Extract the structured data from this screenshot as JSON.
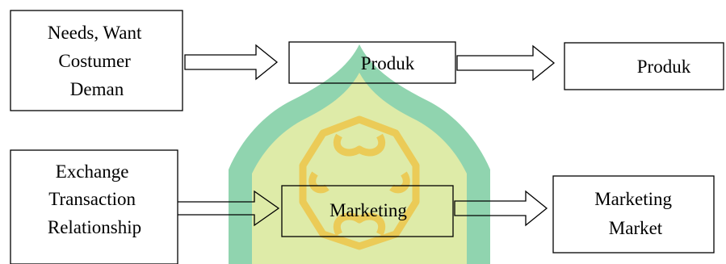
{
  "diagram": {
    "boxes": {
      "needs": {
        "lines": [
          "Needs, Want",
          "Costumer",
          "Deman"
        ]
      },
      "produk_mid": {
        "lines": [
          "Produk"
        ]
      },
      "produk_right": {
        "lines": [
          "Produk"
        ]
      },
      "exchange": {
        "lines": [
          "Exchange",
          "Transaction",
          "Relationship"
        ]
      },
      "marketing_mid": {
        "lines": [
          "Marketing"
        ]
      },
      "marketing_right": {
        "lines": [
          "Marketing",
          "Market"
        ]
      }
    },
    "watermark": {
      "outer_color": "#5cc18a",
      "inner_color": "#d9e89a",
      "ornament_color": "#e8c23a"
    }
  }
}
